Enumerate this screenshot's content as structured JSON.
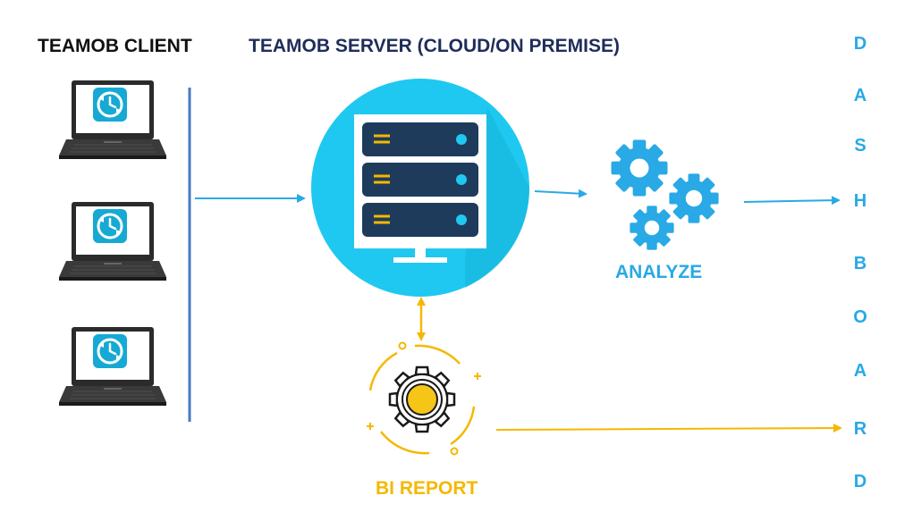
{
  "client": {
    "title": "TEAMOB CLIENT",
    "device_count": 3,
    "device_icon": "laptop-sync-icon"
  },
  "server": {
    "title_main": "TEAMOB SERVER ",
    "title_sub": "(CLOUD/ON PREMISE)",
    "icon": "server-rack-icon"
  },
  "analyze": {
    "label": "ANALYZE",
    "icon": "gears-icon"
  },
  "bi_report": {
    "label": "BI REPORT",
    "icon": "gear-cycle-icon"
  },
  "dashboard": {
    "letters": [
      "D",
      "A",
      "S",
      "H",
      "B",
      "O",
      "A",
      "R",
      "D"
    ]
  },
  "colors": {
    "client_title": "#111111",
    "server_title": "#1f2d5a",
    "blue_accent": "#29a9e6",
    "arrow_blue": "#29a9e6",
    "arrow_yellow": "#f5b800",
    "divider": "#4a78c4",
    "server_circle": "#1fc8f0",
    "server_rack": "#1e3b5c"
  }
}
